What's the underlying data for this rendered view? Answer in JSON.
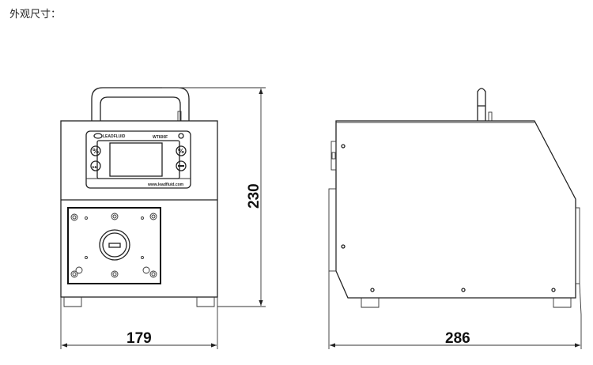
{
  "title": "外观尺寸：",
  "dimensions": {
    "width": "179",
    "height": "230",
    "depth": "286"
  },
  "front_panel": {
    "model": "WT600F",
    "brand": "LEADFLUID",
    "website": "www.leadfluid.com"
  },
  "colors": {
    "line": "#222222",
    "background": "#ffffff"
  }
}
